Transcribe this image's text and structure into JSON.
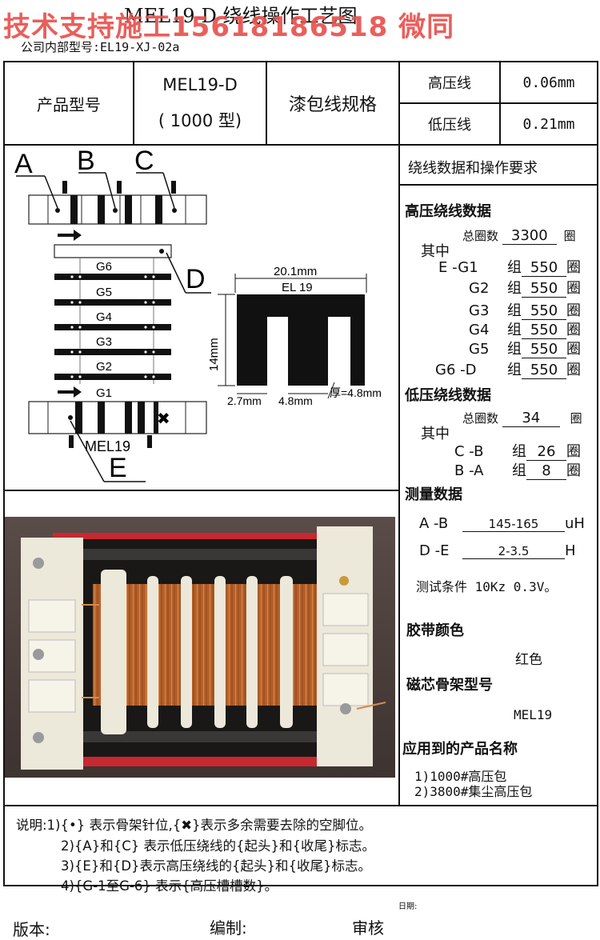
{
  "header": {
    "title": "MEL19-D   绕线操作工艺图",
    "watermark": "技术支持施工15618186518 微同",
    "subtitle": "公司内部型号:EL19-XJ-02a"
  },
  "spec_table": {
    "product_label": "产品型号",
    "product_value_line1": "MEL19-D",
    "product_value_line2": "( 1000 型)",
    "wire_label": "漆包线规格",
    "hv_label": "高压线",
    "hv_value": "0.06mm",
    "lv_label": "低压线",
    "lv_value": "0.21mm"
  },
  "diagram": {
    "label_a": "A",
    "label_b": "B",
    "label_c": "C",
    "label_d": "D",
    "label_e": "E",
    "groups": [
      "G6",
      "G5",
      "G4",
      "G3",
      "G2",
      "G1"
    ],
    "bottom_label": "MEL19",
    "core_width": "20.1mm",
    "core_name": "EL 19",
    "core_height": "14mm",
    "dim_outer": "2.7mm",
    "dim_center": "4.8mm",
    "dim_thick": "厚=4.8mm"
  },
  "right_panel": {
    "header": "绕线数据和操作要求",
    "hv_title": "高压绕线数据",
    "total_turns_label": "总圈数",
    "hv_total": "3300",
    "turn_unit": "圈",
    "among": "其中",
    "group_word": "组",
    "hv_groups": [
      {
        "name": "E -G1",
        "turns": "550"
      },
      {
        "name": "G2",
        "turns": "550"
      },
      {
        "name": "G3",
        "turns": "550"
      },
      {
        "name": "G4",
        "turns": "550"
      },
      {
        "name": "G5",
        "turns": "550"
      },
      {
        "name": "G6 -D",
        "turns": "550"
      }
    ],
    "lv_title": "低压绕线数据",
    "lv_total": "34",
    "lv_groups": [
      {
        "name": "C -B",
        "turns": "26"
      },
      {
        "name": "B -A",
        "turns": "8"
      }
    ],
    "measure_title": "测量数据",
    "measure_rows": [
      {
        "name": "A -B",
        "value": "145-165",
        "unit": "uH"
      },
      {
        "name": "D -E",
        "value": "2-3.5",
        "unit": "H"
      }
    ],
    "test_condition": "测试条件 10Kz 0.3V。",
    "tape_title": "胶带颜色",
    "tape_color": "红色",
    "core_title": "磁芯骨架型号",
    "core_model": "MEL19",
    "apply_title": "应用到的产品名称",
    "apply_items": [
      "1)1000#高压包",
      "2)3800#集尘高压包"
    ]
  },
  "notes": {
    "line1": "说明:1){•}   表示骨架针位,{✖}表示多余需要去除的空脚位。",
    "line2": "2){A}和{C} 表示低压绕线的{起头}和{收尾}标志。",
    "line3": "3){E}和{D}表示高压绕线的{起头}和{收尾}标志。",
    "line4": "4){G-1至G-6} 表示{高压槽槽数}。"
  },
  "footer": {
    "date_label": "日期:",
    "version_label": "版本:",
    "editor_label": "编制:",
    "review_label": "审核"
  }
}
